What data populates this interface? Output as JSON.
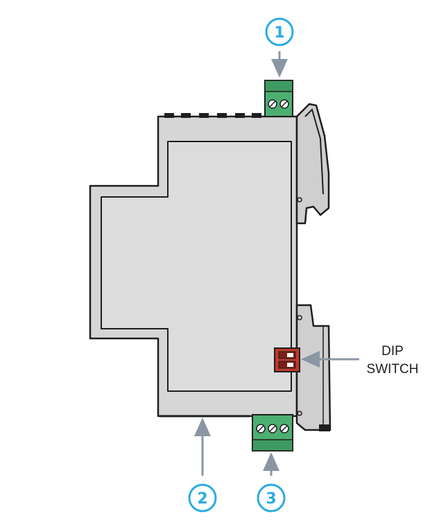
{
  "diagram": {
    "callouts": [
      {
        "id": "1",
        "label": "1"
      },
      {
        "id": "2",
        "label": "2"
      },
      {
        "id": "3",
        "label": "3"
      }
    ],
    "dip_switch": {
      "line1": "DIP",
      "line2": "SWITCH"
    },
    "colors": {
      "housing": "#d6d6d6",
      "housing_front": "#dcdcdc",
      "outline": "#1e1e1e",
      "terminal_green": "#4caf72",
      "terminal_dark": "#2f7a4c",
      "dip_red": "#c0392b",
      "callout_blue": "#29abe2",
      "arrow_grey": "#8a96a3"
    }
  }
}
